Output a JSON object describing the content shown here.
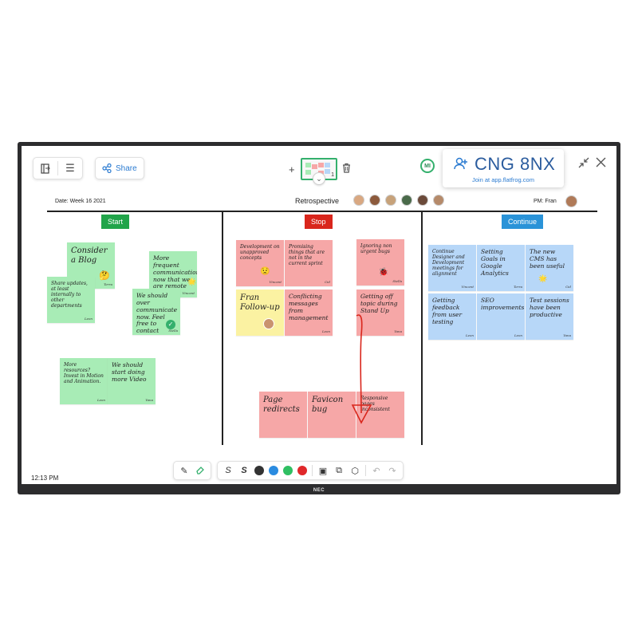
{
  "colors": {
    "accent_green": "#34b06d",
    "start_label": "#21a44a",
    "stop_label": "#d9261c",
    "continue_label": "#2a93d8",
    "note_green": "#a8ecb6",
    "note_red": "#f6a7a7",
    "note_blue": "#b7d7f8",
    "note_yellow": "#fbf2a2"
  },
  "toolbar": {
    "share_label": "Share",
    "page_number": "1",
    "user_initials": "MI"
  },
  "join": {
    "code": "CNG 8NX",
    "url_text": "Join at app.flatfrog.com"
  },
  "board": {
    "date": "Date: Week 16 2021",
    "title": "Retrospective",
    "pm": "PM: Fran",
    "columns": [
      {
        "label": "Start",
        "color": "#21a44a"
      },
      {
        "label": "Stop",
        "color": "#d9261c"
      },
      {
        "label": "Continue",
        "color": "#2a93d8"
      }
    ]
  },
  "notes": {
    "start": [
      {
        "text": "Consider a Blog",
        "author": "Terra"
      },
      {
        "text": "More frequent communication now that we are remote",
        "author": "Vincent"
      },
      {
        "text": "Share updates, at least internally to other departments",
        "author": "Leon"
      },
      {
        "text": "We should over communicate now. Feel free to contact",
        "author": "Stella"
      },
      {
        "text": "More resources? Invest in Motion and Animation.",
        "author": "Leon"
      },
      {
        "text": "We should start doing more Video",
        "author": "Yana"
      }
    ],
    "stop": [
      {
        "text": "Development on unapproved concepts",
        "author": "Vincent"
      },
      {
        "text": "Promising things that are not in the current sprint",
        "author": "Cid"
      },
      {
        "text": "Ignoring non urgent bugs",
        "author": "Stella"
      },
      {
        "text": "Fran Follow-up",
        "author": ""
      },
      {
        "text": "Conflicting messages from management",
        "author": "Leon"
      },
      {
        "text": "Getting off topic during Stand Up",
        "author": "Yana"
      },
      {
        "text": "Page redirects",
        "author": ""
      },
      {
        "text": "Favicon bug",
        "author": ""
      },
      {
        "text": "Responsive pages inconsistent",
        "author": ""
      }
    ],
    "continue": [
      {
        "text": "Continue Designer and Development meetings for alignment",
        "author": "Vincent"
      },
      {
        "text": "Setting Goals in Google Analytics",
        "author": "Terra"
      },
      {
        "text": "The new CMS has been useful",
        "author": "Cid"
      },
      {
        "text": "Getting feedback from user testing",
        "author": "Leon"
      },
      {
        "text": "SEO improvements",
        "author": "Leon"
      },
      {
        "text": "Test sessions have been productive",
        "author": "Yana"
      }
    ]
  },
  "clock": "12:13 PM",
  "brand": "NEC",
  "pen_colors": [
    "#333333",
    "#2a8be0",
    "#2fbf62",
    "#e0282a"
  ]
}
